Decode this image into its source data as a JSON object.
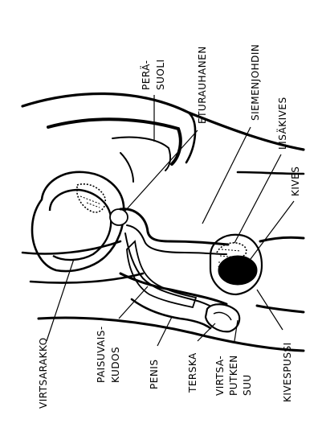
{
  "labels": {
    "pera": "PERÄ-",
    "suoli": "SUOLI",
    "eturauhanen": "ETURAUHANEN",
    "siemenjohdin": "SIEMENJOHDIN",
    "lisakives": "LISÄKIVES",
    "kives": "KIVES",
    "kivespussi": "KIVESPUSSI",
    "virtsa": "VIRTSA-",
    "putken": "PUTKEN",
    "suu": "SUU",
    "terska": "TERSKA",
    "penis": "PENIS",
    "paisuvais": "PAISUVAIS-",
    "kudos": "KUDOS",
    "virtsarakko": "VIRTSARAKKO"
  },
  "colors": {
    "ink": "#000000",
    "background": "#ffffff"
  }
}
